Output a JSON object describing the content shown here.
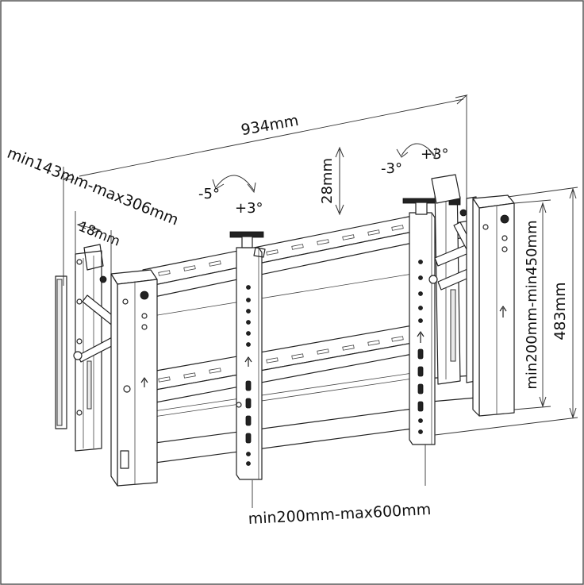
{
  "labels": {
    "width_total": "934mm",
    "height_total": "483mm",
    "spacing": "min200mm-max600mm",
    "vertical_range": "min200mm-min450mm",
    "depth_range": "min143mm-max306mm",
    "depth_min": "18mm",
    "vertical_adjust": "28mm",
    "tilt_left_neg": "-5°",
    "tilt_left_pos": "+3°",
    "tilt_right_neg": "-3°",
    "tilt_right_pos": "+3°"
  }
}
